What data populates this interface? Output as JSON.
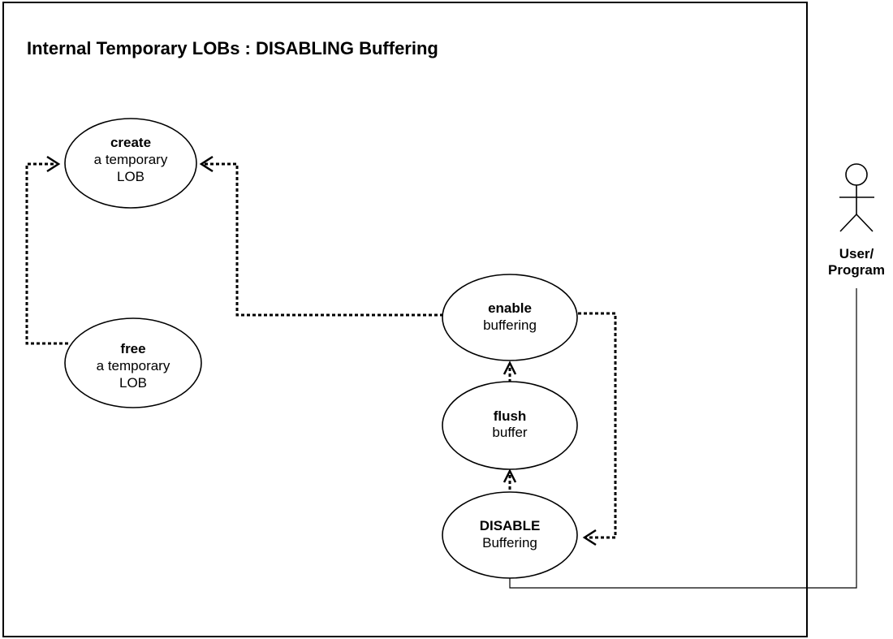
{
  "title": "Internal Temporary LOBs : DISABLING Buffering",
  "use_cases": {
    "create": {
      "bold": "create",
      "lines": [
        "a temporary",
        "LOB"
      ]
    },
    "free": {
      "bold": "free",
      "lines": [
        "a temporary",
        "LOB"
      ]
    },
    "enable": {
      "bold": "enable",
      "lines": [
        "buffering"
      ]
    },
    "flush": {
      "bold": "flush",
      "lines": [
        "buffer"
      ]
    },
    "disable": {
      "bold": "DISABLE",
      "lines": [
        "Buffering"
      ]
    }
  },
  "actor": {
    "icon": "stick-figure-icon",
    "label_lines": [
      "User/",
      "Program"
    ]
  },
  "relationships": [
    {
      "from": "free",
      "to": "create",
      "style": "dashed-dependency"
    },
    {
      "from": "enable",
      "to": "create",
      "style": "dashed-dependency"
    },
    {
      "from": "flush",
      "to": "enable",
      "style": "dashed-dependency"
    },
    {
      "from": "disable",
      "to": "flush",
      "style": "dashed-dependency"
    },
    {
      "from": "enable",
      "to": "disable",
      "style": "dashed-dependency"
    },
    {
      "from": "actor",
      "to": "disable",
      "style": "association"
    }
  ]
}
